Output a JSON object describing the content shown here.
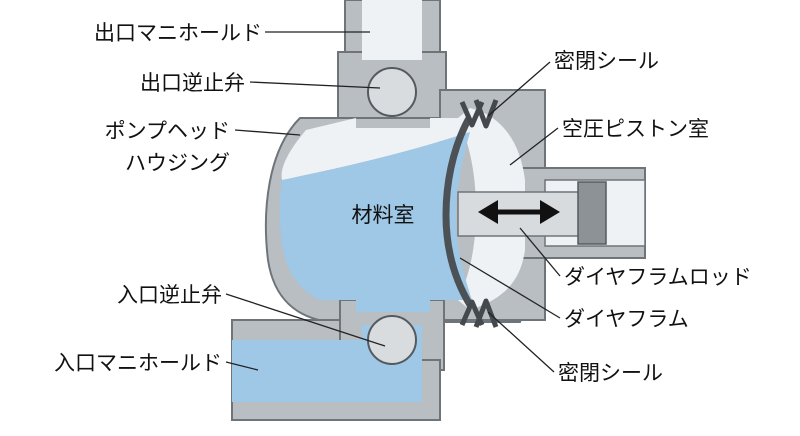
{
  "labels": {
    "outlet_manifold": "出口マニホールド",
    "outlet_check_valve": "出口逆止弁",
    "pump_head_housing_line1": "ポンプヘッド",
    "pump_head_housing_line2": "ハウジング",
    "inlet_check_valve": "入口逆止弁",
    "inlet_manifold": "入口マニホールド",
    "material_chamber": "材料室",
    "seal_top": "密閉シール",
    "air_piston_chamber": "空圧ピストン室",
    "diaphragm_rod": "ダイヤフラムロッド",
    "diaphragm": "ダイヤフラム",
    "seal_bottom": "密閉シール"
  },
  "colors": {
    "housing": "#b9bec2",
    "housing_edge": "#6e7478",
    "fluid": "#9fc7e6",
    "air": "#eef2f5",
    "valve_ball": "#d9dcdf",
    "rod": "#d8dbde",
    "piston": "#8d9296",
    "arrow": "#111111"
  }
}
